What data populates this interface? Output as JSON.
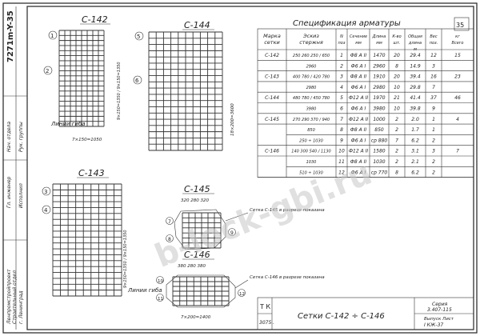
{
  "stamp_side": {
    "doc_code": "7271m-Y-35",
    "roles": [
      "Нач. отдела",
      "Гл. инженер",
      "Рук. группы",
      "Исполнил"
    ],
    "institute": [
      "Ленпромстройпроект",
      "Строительный отдел",
      "г. Ленинград"
    ]
  },
  "sheet": {
    "number": "35",
    "code": "Т К",
    "subcode": "3075 ."
  },
  "meshes": {
    "c142": {
      "label": "С-142",
      "marker1": "1",
      "marker2": "2",
      "dim_bottom": "7×150=1050",
      "dim_right": "9×150=1350 / 9×150=1350"
    },
    "c144": {
      "label": "С-144",
      "marker1": "5",
      "marker2": "6",
      "dim_right": "18×200=3600"
    },
    "c143": {
      "label": "С-143",
      "marker1": "3",
      "marker2": "4",
      "dim_right": "9×150=1350 / 9×150=1350"
    },
    "c145": {
      "label": "С-145",
      "dims": "320  280  320",
      "marker1": "7",
      "marker2": "8",
      "marker3": "9"
    },
    "c146": {
      "label": "С-146",
      "dims": "380  280  380",
      "dim_bottom": "7×200=1400",
      "marker1": "10",
      "marker2": "11",
      "marker3": "12"
    },
    "bend_label": "Линии гиба"
  },
  "spec": {
    "title": "Спецификация арматуры",
    "headers": [
      "Марка сетки",
      "Эскиз стержня",
      "N поз",
      "Сечение мм",
      "Длина мм",
      "К-во шт.",
      "Общая длина м",
      "Вес поз.",
      "кг Всего"
    ],
    "rows": [
      {
        "mark": "С-142",
        "sketch": "250 260 250 / 650",
        "n": "1",
        "sec": "Ф8 А II",
        "len": "1470",
        "qty": "20",
        "total": "29.4",
        "w": "12",
        "all": "15"
      },
      {
        "mark": "",
        "sketch": "2960",
        "n": "2",
        "sec": "Ф6 А I",
        "len": "2960",
        "qty": "8",
        "total": "14.9",
        "w": "3",
        "all": ""
      },
      {
        "mark": "С-143",
        "sketch": "400 780 / 420 780",
        "n": "3",
        "sec": "Ф8 А II",
        "len": "1910",
        "qty": "20",
        "total": "39.4",
        "w": "16",
        "all": "23"
      },
      {
        "mark": "",
        "sketch": "2980",
        "n": "4",
        "sec": "Ф6 А I",
        "len": "2980",
        "qty": "10",
        "total": "29.8",
        "w": "7",
        "all": ""
      },
      {
        "mark": "С-144",
        "sketch": "480 780 / 450 780",
        "n": "5",
        "sec": "Ф12 А II",
        "len": "1970",
        "qty": "21",
        "total": "41.4",
        "w": "37",
        "all": "46"
      },
      {
        "mark": "",
        "sketch": "3980",
        "n": "6",
        "sec": "Ф6 А I",
        "len": "3980",
        "qty": "10",
        "total": "39.8",
        "w": "9",
        "all": ""
      },
      {
        "mark": "С-145",
        "sketch": "270 290 370 / 940",
        "n": "7",
        "sec": "Ф12 А II",
        "len": "1000",
        "qty": "2",
        "total": "2.0",
        "w": "1",
        "all": "4"
      },
      {
        "mark": "",
        "sketch": "850",
        "n": "8",
        "sec": "Ф8 А II",
        "len": "850",
        "qty": "2",
        "total": "1.7",
        "w": "1",
        "all": ""
      },
      {
        "mark": "",
        "sketch": "250 ÷ 1030",
        "n": "9",
        "sec": "Ф6 А I",
        "len": "ср 880",
        "qty": "7",
        "total": "6.2",
        "w": "2",
        "all": ""
      },
      {
        "mark": "С-146",
        "sketch": "140 300 540 / 1130",
        "n": "10",
        "sec": "Ф12 А II",
        "len": "1580",
        "qty": "2",
        "total": "3.1",
        "w": "3",
        "all": "7"
      },
      {
        "mark": "",
        "sketch": "1030",
        "n": "11",
        "sec": "Ф8 А II",
        "len": "1030",
        "qty": "2",
        "total": "2.1",
        "w": "2",
        "all": ""
      },
      {
        "mark": "",
        "sketch": "510 ÷ 1030",
        "n": "12",
        "sec": "Ф6 А I",
        "len": "ср 770",
        "qty": "8",
        "total": "6.2",
        "w": "2",
        "all": ""
      }
    ]
  },
  "notes": {
    "note1": "Сетка С-145 в разрезе показана",
    "note2": "Сетка С-146 в разрезе показана"
  },
  "title_block": {
    "title": "Сетки С-142 ÷ С-146",
    "series_label": "Серия",
    "series_value": "3.407-115",
    "issue_label": "Выпуск Лист",
    "issue_value": "I  КЖ-37"
  },
  "watermark": "b-lock-gbi.ru"
}
